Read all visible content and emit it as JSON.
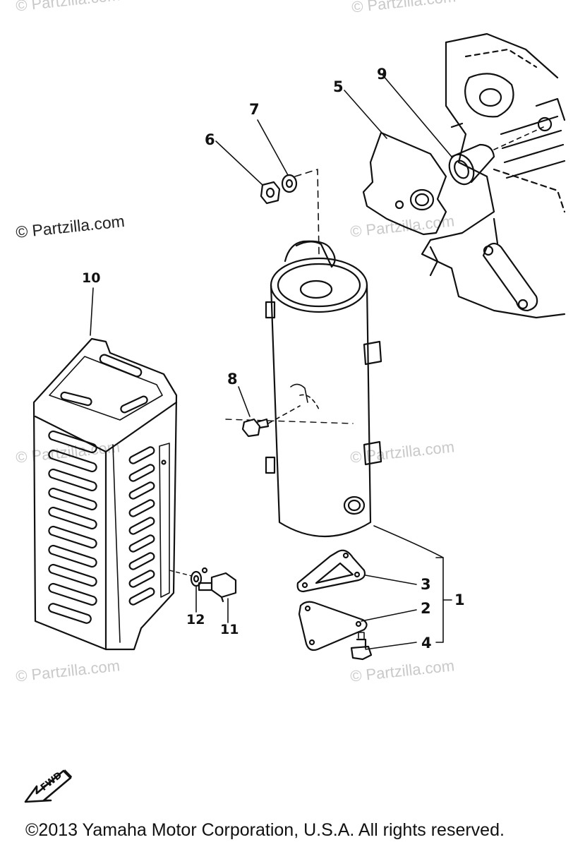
{
  "watermarks": {
    "top_left": "© Partzilla.com",
    "top_right": "© Partzilla.com",
    "main_left": "© Partzilla.com",
    "mid_right": "© Partzilla.com",
    "mid_left": "© Partzilla.com",
    "lower_right": "© Partzilla.com",
    "bottom_left": "© Partzilla.com",
    "bottom_right": "© Partzilla.com"
  },
  "callouts": [
    "1",
    "2",
    "3",
    "4",
    "5",
    "6",
    "7",
    "8",
    "9",
    "10",
    "11",
    "12"
  ],
  "fwd_label": "FWD",
  "copyright": "©2013  Yamaha Motor Corporation, U.S.A. All rights reserved.",
  "colors": {
    "ink": "#111111",
    "watermark": "#c9c9c9"
  }
}
